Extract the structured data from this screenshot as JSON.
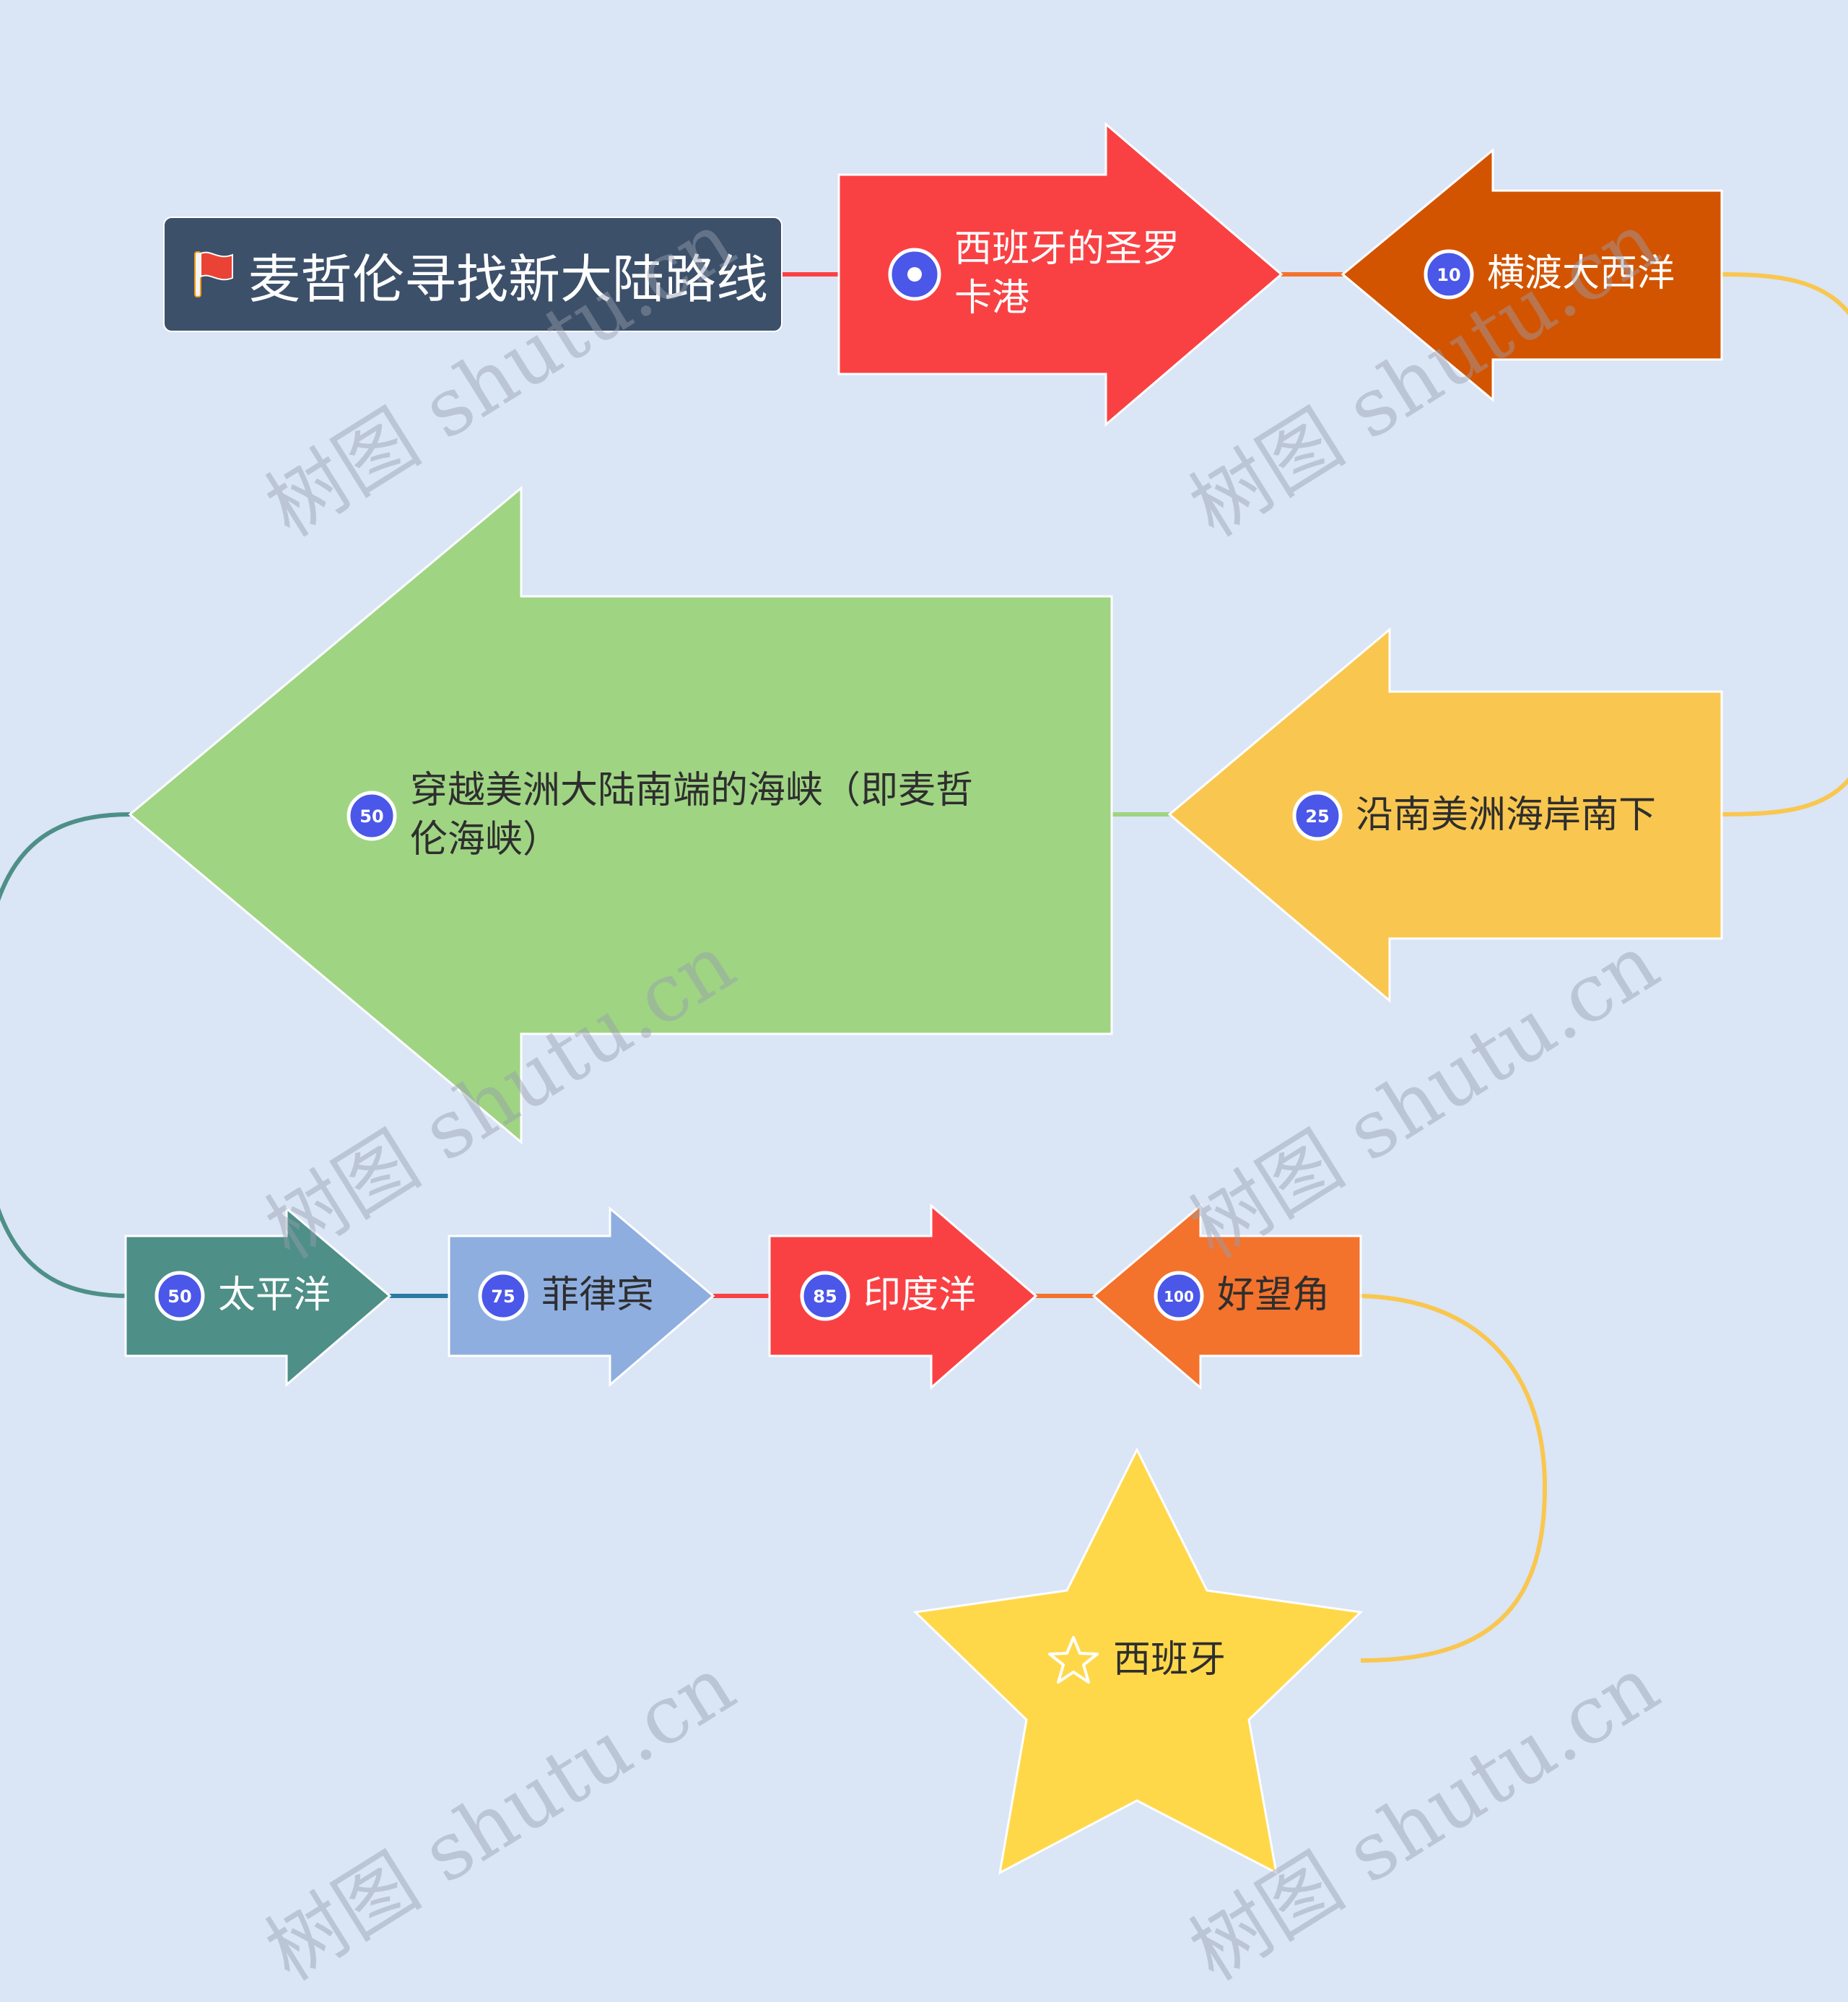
{
  "title": "麦哲伦寻找新大陆路线",
  "colors": {
    "background": "#dae5f6",
    "title_bg": "#3c506a",
    "spain_port": "#f94144",
    "atlantic": "#d35400",
    "south_america": "#f9c74f",
    "strait": "#9fd483",
    "pacific": "#4e8f87",
    "philippines": "#8eaee0",
    "indian_ocean": "#f94144",
    "cape": "#f3722c",
    "spain_end": "#ffd84a",
    "badge": "#4a57e8"
  },
  "nodes": [
    {
      "id": "spain-port",
      "text": "西班牙的圣罗卡港",
      "badge": "dot"
    },
    {
      "id": "atlantic",
      "text": "横渡大西洋",
      "badge": "10"
    },
    {
      "id": "south-america",
      "text": "沿南美洲海岸南下",
      "badge": "25"
    },
    {
      "id": "strait",
      "text": "穿越美洲大陆南端的海峡（即麦哲伦海峡）",
      "badge": "50"
    },
    {
      "id": "pacific",
      "text": "太平洋",
      "badge": "50"
    },
    {
      "id": "philippines",
      "text": "菲律宾",
      "badge": "75"
    },
    {
      "id": "indian-ocean",
      "text": "印度洋",
      "badge": "85"
    },
    {
      "id": "cape",
      "text": "好望角",
      "badge": "100"
    },
    {
      "id": "spain-end",
      "text": "西班牙",
      "badge": "star"
    }
  ],
  "watermark": "树图 shutu.cn"
}
